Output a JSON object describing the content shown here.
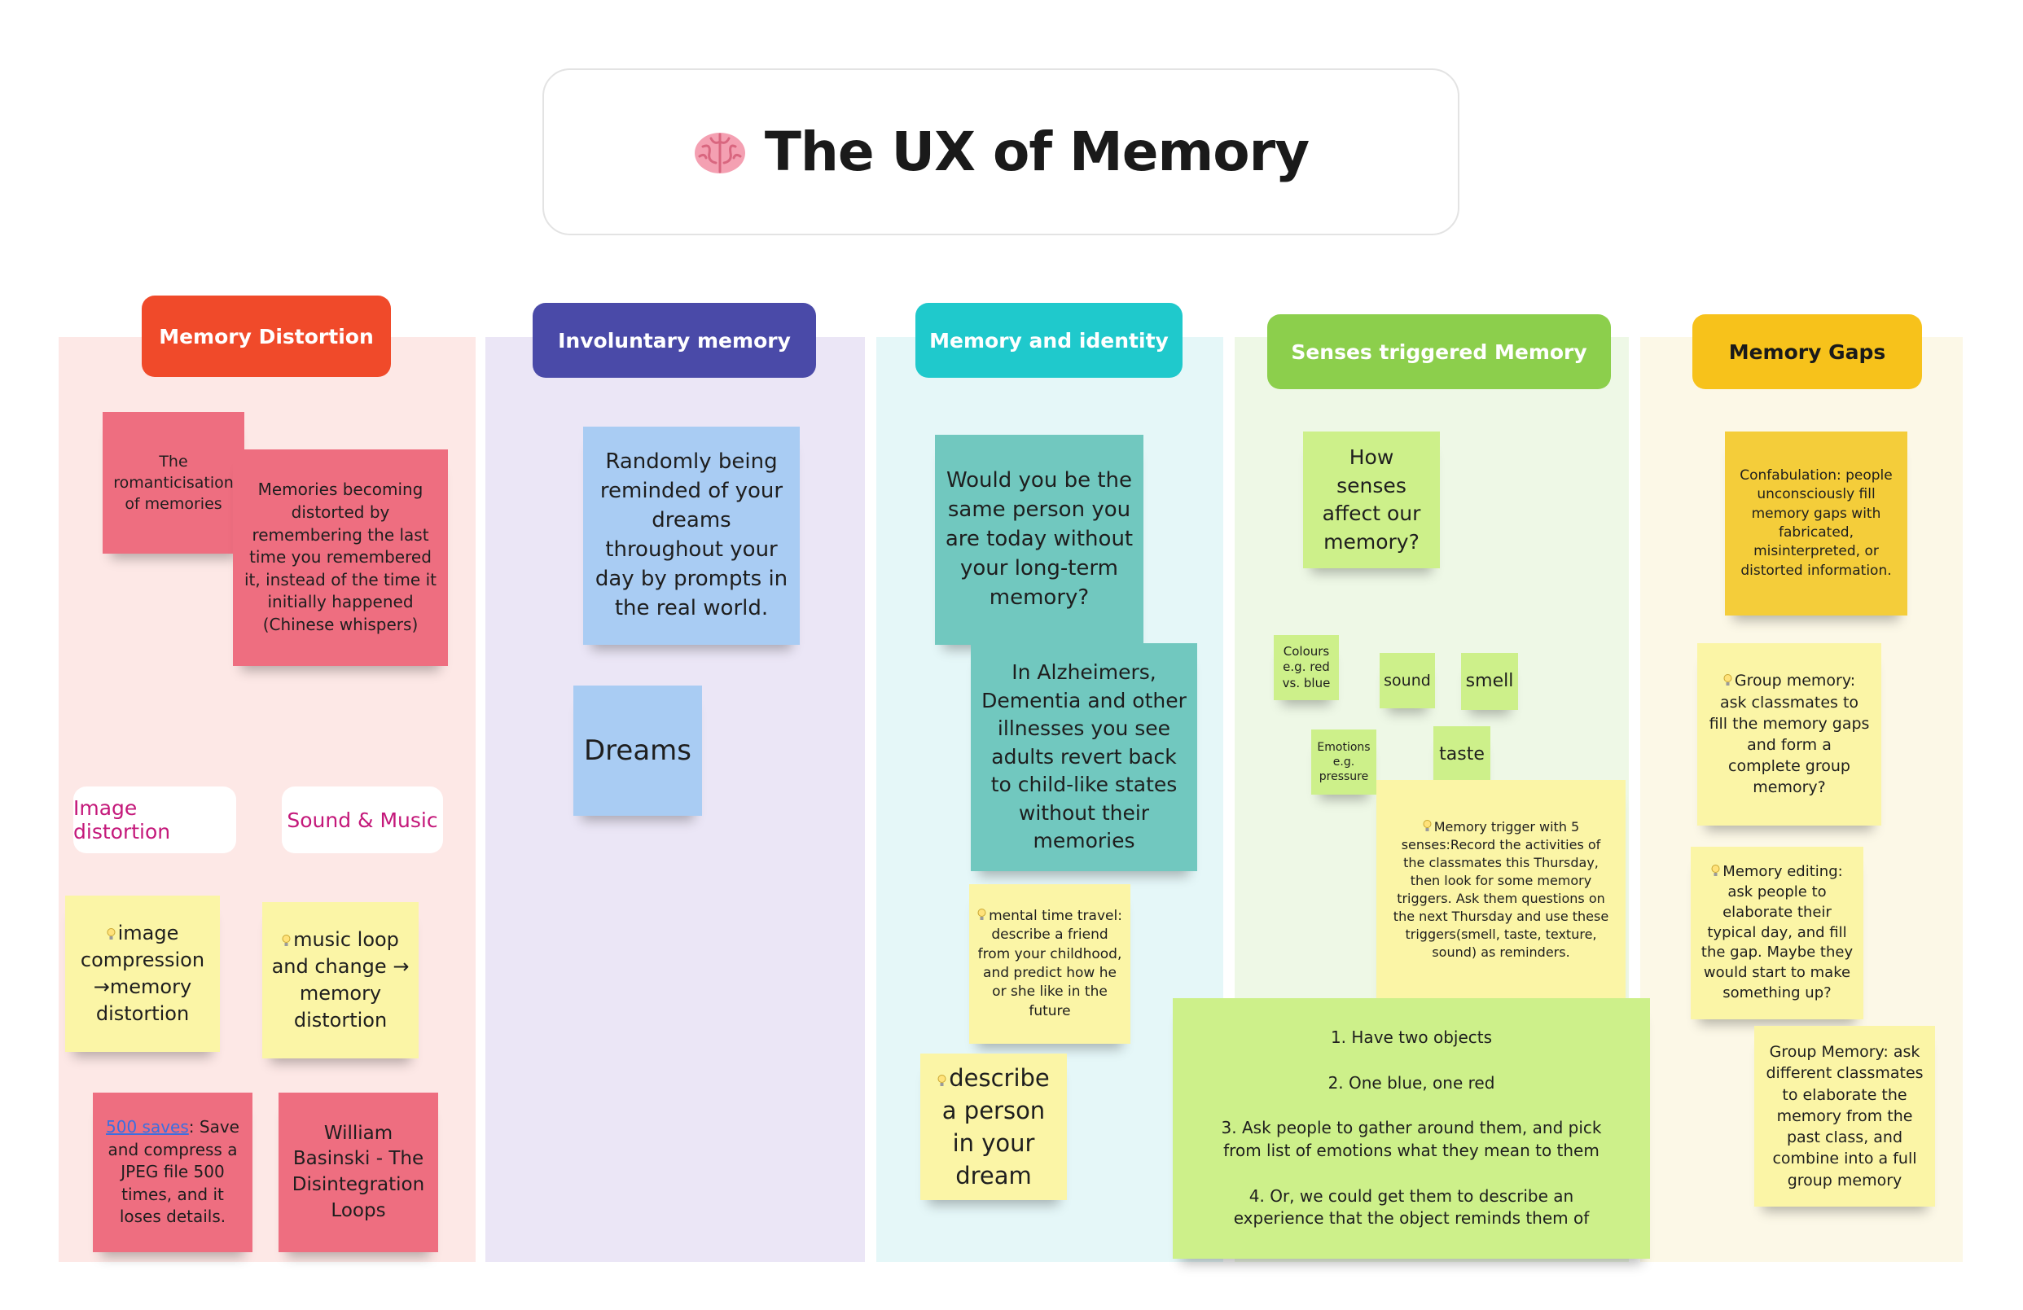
{
  "title": {
    "emoji": "brain-emoji",
    "text": "The UX of Memory"
  },
  "colors": {
    "distortion": "#f04a2a",
    "involuntary": "#4a4aa8",
    "identity": "#1fc9cc",
    "senses": "#8ccf4c",
    "gaps": "#f7c21b"
  },
  "lanes": {
    "distortion": {
      "header": "Memory Distortion",
      "notes": {
        "romanticisation": "The romanticisation of memories",
        "becoming_distorted": "Memories becoming distorted by remembering the last time you remembered it, instead of the time it initially happened (Chinese whispers)",
        "image_label": "Image distortion",
        "sound_label": "Sound & Music",
        "image_compression": "image compression →memory distortion",
        "music_loop": "music loop and change → memory distortion",
        "saves_link": "500 saves",
        "saves_text": ": Save and compress a JPEG file 500 times, and it loses details.",
        "basinski": "William Basinski - The Disintegration Loops"
      }
    },
    "involuntary": {
      "header": "Involuntary memory",
      "notes": {
        "randomly": "Randomly being reminded of your dreams throughout your day by prompts in the real world.",
        "dreams": "Dreams"
      }
    },
    "identity": {
      "header": "Memory and identity",
      "notes": {
        "same_person": "Would you be the same person you are today without your long-term memory?",
        "alzheimers": "In Alzheimers, Dementia and other illnesses you see adults revert back to child-like states without their memories",
        "mental_time": "mental time travel: describe a friend from your childhood, and predict how he or she like in the future",
        "describe_dream": "describe a person in your dream"
      }
    },
    "senses": {
      "header": "Senses triggered Memory",
      "notes": {
        "how_senses": "How senses affect our memory?",
        "colours": "Colours e.g. red vs. blue",
        "sound": "sound",
        "smell": "smell",
        "emotions": "Emotions e.g. pressure",
        "taste": "taste",
        "trigger": "Memory trigger with 5 senses:Record the activities of the classmates this Thursday, then look for some memory triggers. Ask them questions on the next Thursday and use these triggers(smell, taste, texture, sound) as reminders.",
        "steps": [
          "1. Have two objects",
          "2. One blue, one red",
          "3. Ask people to gather around them, and pick from list of emotions what they mean to them",
          "4. Or, we could get them to describe an experience that the object reminds them of"
        ]
      }
    },
    "gaps": {
      "header": "Memory Gaps",
      "notes": {
        "confabulation": "Confabulation: people unconsciously fill memory gaps with fabricated, misinterpreted, or distorted information.",
        "group_memory": "Group memory: ask classmates to fill the memory gaps and form a complete group memory?",
        "editing": "Memory editing: ask people to elaborate their typical day, and fill the gap. Maybe they would start to make something up?",
        "group_memory_2": "Group Memory: ask different classmates to elaborate the memory from the past class, and combine into a full group memory"
      }
    }
  }
}
